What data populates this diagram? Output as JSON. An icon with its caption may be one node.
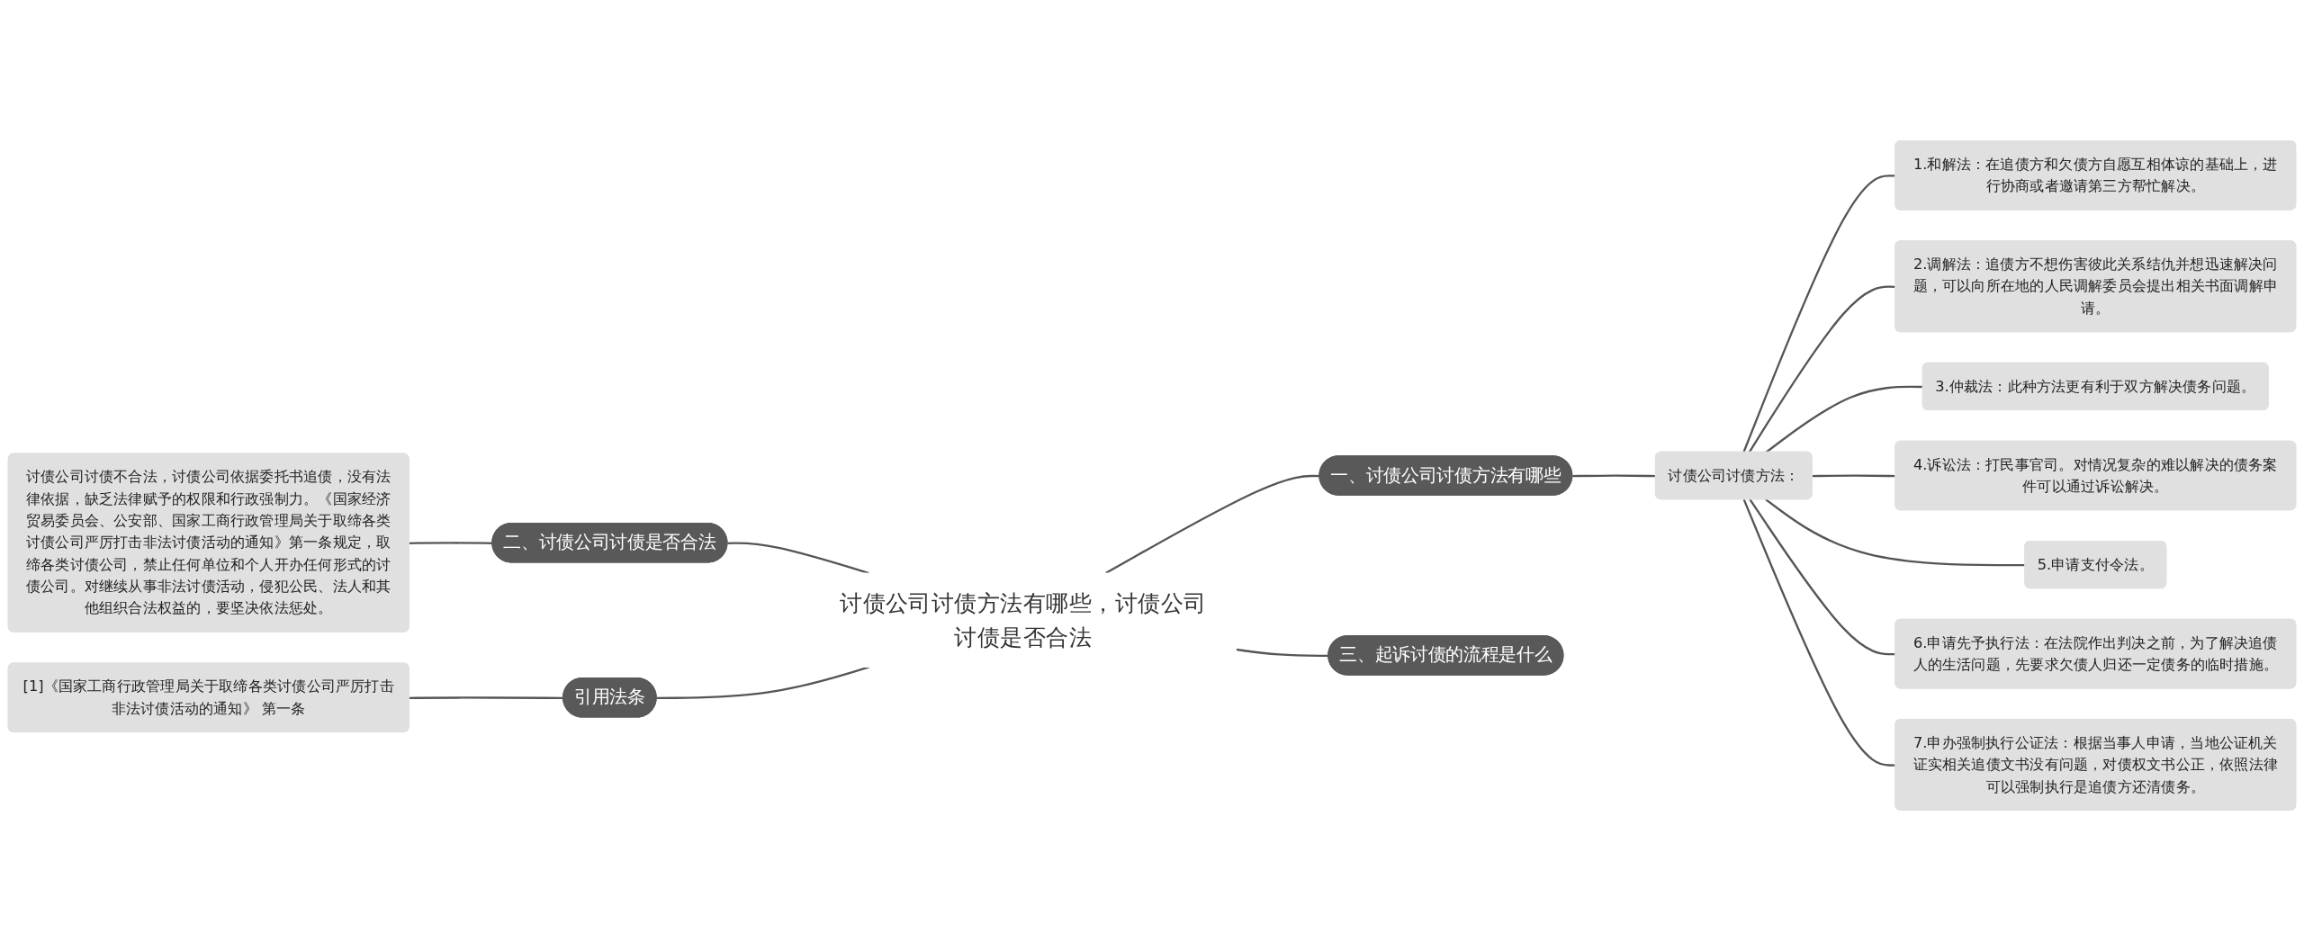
{
  "diagram": {
    "nodes": [
      {
        "text": [
          "讨债公司讨债方法有哪些，讨债公司讨债是否合法"
        ]
      },
      {
        "text": [
          "一、讨债公司讨债方法有哪些"
        ]
      },
      {
        "text": [
          "讨债公司讨债方法："
        ]
      },
      {
        "text": [
          "1.和解法：在追债方和欠债方自愿互相体谅的基础上，进行协商或者邀请第三方帮忙解决。"
        ]
      },
      {
        "text": [
          "2.调解法：追债方不想伤害彼此关系结仇并想迅速解决问题，可以向所在地的人民调解委员会提出相关书面调解申请。"
        ]
      },
      {
        "text": [
          "3.仲裁法：此种方法更有利于双方解决债务问题。"
        ]
      },
      {
        "text": [
          "4.诉讼法：打民事官司。对情况复杂的难以解决的债务案件可以通过诉讼解决。"
        ]
      },
      {
        "text": [
          "5.申请支付令法。"
        ]
      },
      {
        "text": [
          "6.申请先予执行法：在法院作出判决之前，为了解决追债人的生活问题，先要求欠债人归还一定债务的临时措施。"
        ]
      },
      {
        "text": [
          "7.申办强制执行公证法：根据当事人申请，当地公证机关证实相关追债文书没有问题，对债权文书公正，依照法律可以强制执行是追债方还清债务。"
        ]
      },
      {
        "text": [
          "二、讨债公司讨债是否合法"
        ]
      },
      {
        "text": [
          "讨债公司讨债不合法，讨债公司依据委托书追债，没有法律依据，缺乏法律赋予的权限和行政强制力。《国家经济贸易委员会、公安部、国家工商行政管理局关于取缔各类讨债公司严厉打击非法讨债活动的通知》第一条规定，取缔各类讨债公司，禁止任何单位和个人开办任何形式的讨债公司。对继续从事非法讨债活动，侵犯公民、法人和其他组织合法权益的，要坚决依法惩处。"
        ]
      },
      {
        "text": [
          "引用法条"
        ]
      },
      {
        "text": [
          "[1]《国家工商行政管理局关于取缔各类讨债公司严厉打击非法讨债活动的通知》 第一条"
        ]
      },
      {
        "text": [
          "三、起诉讨债的流程是什么"
        ]
      }
    ],
    "edges": [
      {
        "from": 0,
        "to": 1,
        "arrow": "none"
      },
      {
        "from": 1,
        "to": 2,
        "arrow": "none"
      },
      {
        "from": 2,
        "to": 3,
        "arrow": "none"
      },
      {
        "from": 2,
        "to": 4,
        "arrow": "none"
      },
      {
        "from": 2,
        "to": 5,
        "arrow": "none"
      },
      {
        "from": 2,
        "to": 6,
        "arrow": "none"
      },
      {
        "from": 2,
        "to": 7,
        "arrow": "none"
      },
      {
        "from": 2,
        "to": 8,
        "arrow": "none"
      },
      {
        "from": 2,
        "to": 9,
        "arrow": "none"
      },
      {
        "from": 0,
        "to": 10,
        "arrow": "none"
      },
      {
        "from": 10,
        "to": 11,
        "arrow": "none"
      },
      {
        "from": 0,
        "to": 12,
        "arrow": "none"
      },
      {
        "from": 12,
        "to": 13,
        "arrow": "none"
      },
      {
        "from": 0,
        "to": 14,
        "arrow": "none"
      }
    ]
  }
}
